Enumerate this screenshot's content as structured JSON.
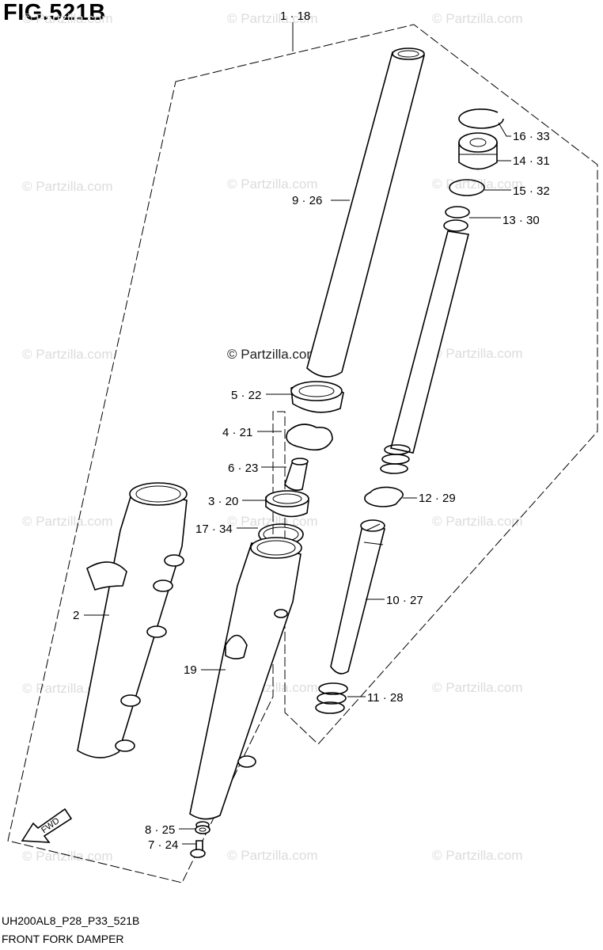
{
  "figure": {
    "title": "FIG.521B"
  },
  "footer": {
    "code": "UH200AL8_P28_P33_521B",
    "description": "FRONT FORK DAMPER"
  },
  "fwd_label": "FWD",
  "watermark": "© Partzilla.com",
  "callouts": {
    "c1": "1 · 18",
    "c2": "2",
    "c3": "3 · 20",
    "c4": "4 · 21",
    "c5": "5 · 22",
    "c6": "6 · 23",
    "c7": "7 · 24",
    "c8": "8 · 25",
    "c9": "9 · 26",
    "c10": "10 · 27",
    "c11": "11 · 28",
    "c12": "12 · 29",
    "c13": "13 · 30",
    "c14": "14 · 31",
    "c15": "15 · 32",
    "c16": "16 · 33",
    "c17": "17 · 34",
    "c19": "19"
  }
}
